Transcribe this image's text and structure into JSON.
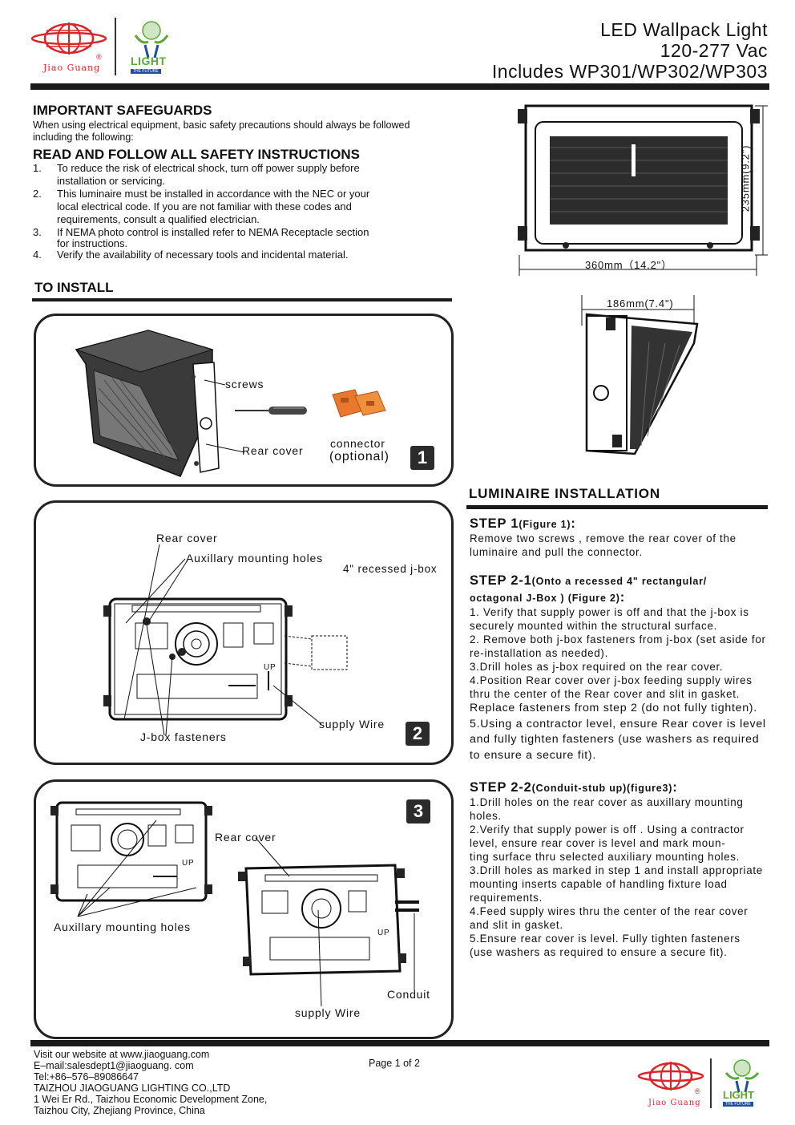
{
  "header": {
    "brand_text": "Jiao Guang",
    "brand_mark": "®",
    "logo2_text": "LIGHT",
    "logo2_sub": "THE FUTURE",
    "title_lines": [
      "LED Wallpack Light",
      "120-277 Vac",
      "Includes WP301/WP302/WP303"
    ]
  },
  "safeguards": {
    "heading": "IMPORTANT SAFEGUARDS",
    "intro_1": "When using electrical equipment, basic safety precautions should always be followed",
    "intro_2": "including the following:",
    "read_heading": "READ AND FOLLOW ALL SAFETY INSTRUCTIONS",
    "items": [
      {
        "num": "1.",
        "lines": [
          "To reduce the risk of electrical shock, turn off power supply before",
          "installation or servicing."
        ]
      },
      {
        "num": "2.",
        "lines": [
          "This luminaire must be installed in accordance with the NEC or your",
          "local electrical  code. If you are not familiar with these codes and",
          "requirements, consult a qualified  electrician."
        ]
      },
      {
        "num": "3.",
        "lines": [
          "If NEMA photo control is installed refer to NEMA Receptacle section",
          "for instructions."
        ]
      },
      {
        "num": "4.",
        "lines": [
          "Verify the availability of necessary tools and incidental material."
        ]
      }
    ]
  },
  "to_install": {
    "heading": "TO INSTALL"
  },
  "figure1": {
    "screws": "screws",
    "rear_cover": "Rear cover",
    "connector": "connector",
    "optional": "(optional)",
    "badge": "1"
  },
  "figure2": {
    "rear_cover": "Rear cover",
    "aux_holes": "Auxillary mounting holes",
    "jbox": "4\" recessed j-box",
    "up": "UP",
    "supply_wire": "supply Wire",
    "jbox_fasteners": "J-box fasteners",
    "badge": "2"
  },
  "figure3": {
    "badge": "3",
    "rear_cover": "Rear cover",
    "up1": "UP",
    "up2": "UP",
    "aux_holes": "Auxillary mounting holes",
    "conduit": "Conduit",
    "supply_wire": "supply Wire"
  },
  "dimensions": {
    "width": "360mm（14.2\"）",
    "height": "235mm(9.2\")",
    "depth": "186mm(7.4\")"
  },
  "luminaire": {
    "heading": "LUMINAIRE INSTALLATION",
    "step1": {
      "title": "STEP 1",
      "sub": "(Figure 1)",
      "colon": ":",
      "lines": [
        "Remove two screws , remove the rear cover of the",
        "luminaire and pull the connector."
      ]
    },
    "step21": {
      "title": "STEP 2-1",
      "sub": "(Onto a recessed 4\" rectangular/",
      "sub2": "octagonal J-Box ) (Figure 2)",
      "colon": ":",
      "lines": [
        "1. Verify that supply power is off and that the j-box is",
        "securely mounted within the structural surface.",
        "2. Remove both j-box fasteners from j-box (set aside for",
        "re-installation as needed).",
        "3.Drill holes as j-box required on the rear cover.",
        "4.Position Rear cover over j-box feeding supply wires",
        "thru the center of the Rear cover and slit in gasket."
      ],
      "lines_large": [
        "Replace fasteners from step 2 (do not fully tighten).",
        "5.Using a contractor level, ensure Rear cover is level",
        "and fully tighten fasteners (use washers as required",
        "to ensure a secure fit)."
      ]
    },
    "step22": {
      "title": "STEP 2-2",
      "sub": "(Conduit-stub up)(figure3)",
      "colon": ":",
      "lines": [
        "1.Drill holes on the rear cover as auxillary mounting",
        "holes.",
        "2.Verify that supply power is off . Using a contractor",
        "level, ensure rear cover is level and mark moun-",
        "ting surface thru selected auxiliary mounting holes.",
        "3.Drill holes as marked in step 1 and install appropriate",
        "mounting inserts capable of handling fixture load",
        "requirements.",
        "4.Feed supply wires thru the center of the rear cover",
        "and slit in gasket.",
        "5.Ensure rear cover is level. Fully tighten fasteners",
        "(use washers as required to ensure a secure fit)."
      ]
    }
  },
  "footer": {
    "lines": [
      "Visit our website at www.jiaoguang.com",
      "E–mail:salesdept1@jiaoguang. com",
      "Tel:+86–576–89086647",
      "TAIZHOU JIAOGUANG LIGHTING CO.,LTD",
      "1 Wei Er Rd., Taizhou Economic Development Zone,",
      "Taizhou City, Zhejiang Province, China"
    ],
    "page": "Page 1 of 2"
  },
  "colors": {
    "brand_red": "#d9252a",
    "logo_green": "#5aa83a",
    "logo_blue": "#1d4fa0",
    "connector_orange": "#e9782c"
  }
}
